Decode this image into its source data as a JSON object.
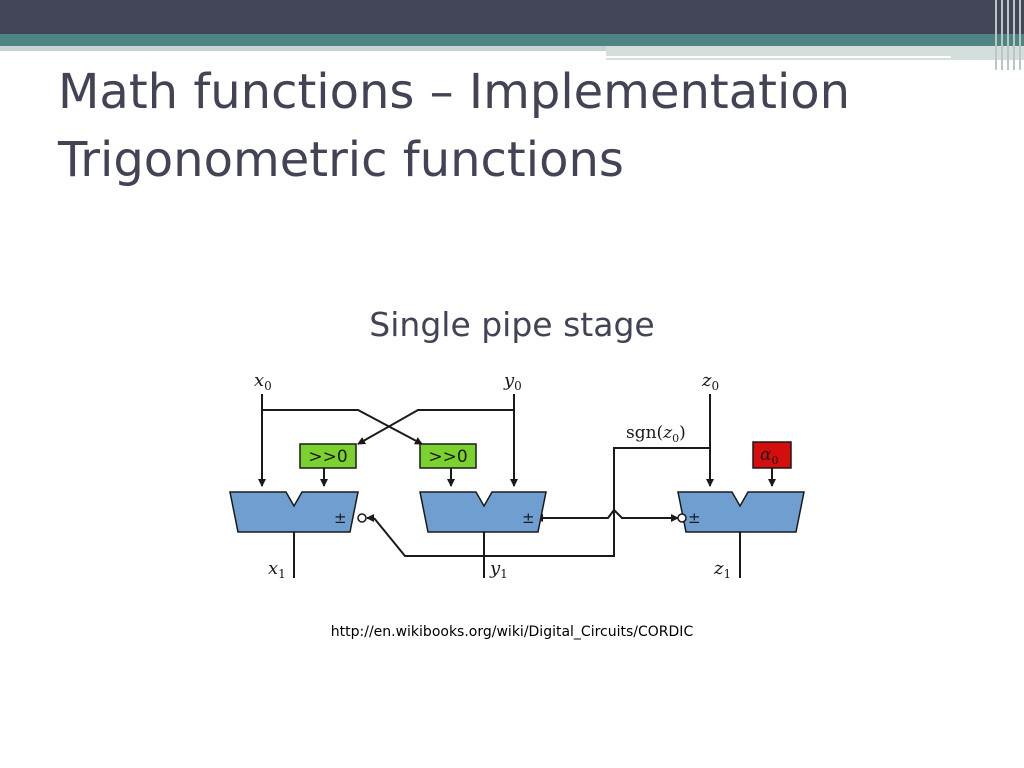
{
  "slide": {
    "title_line1": "Math functions – Implementation",
    "title_line2": "Trigonometric functions",
    "subtitle": "Single pipe stage",
    "source_url": "http://en.wikibooks.org/wiki/Digital_Circuits/CORDIC"
  },
  "diagram": {
    "inputs": {
      "x": "x",
      "y": "y",
      "z": "z",
      "index": "0"
    },
    "outputs": {
      "x": "x",
      "y": "y",
      "z": "z",
      "index": "1"
    },
    "shift_label": ">>0",
    "sign_label": "sgn(",
    "sign_label_var": "z",
    "sign_label_index": "0",
    "sign_label_close": ")",
    "angle_label": "α",
    "angle_index": "0",
    "pm_symbol": "±",
    "colors": {
      "adder_fill": "#6f9fd0",
      "shift_fill": "#7bd22f",
      "angle_fill": "#d40d0d",
      "wire": "#1a1a1a",
      "title": "#424456"
    }
  }
}
